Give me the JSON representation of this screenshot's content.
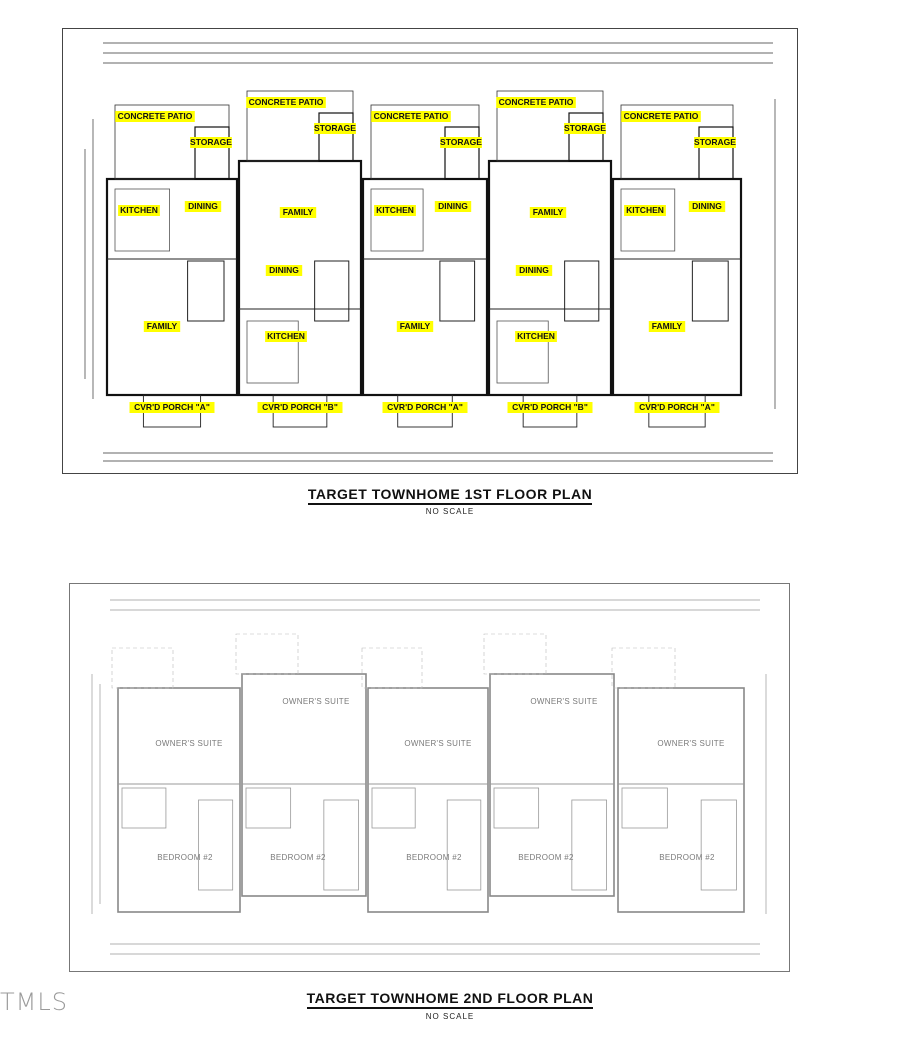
{
  "first_floor": {
    "title": "TARGET TOWNHOME 1ST FLOOR PLAN",
    "scale": "NO SCALE",
    "highlight_color": "#ffff00",
    "units": [
      {
        "patio": "CONCRETE PATIO",
        "storage": "STORAGE",
        "kitchen": "KITCHEN",
        "dining": "DINING",
        "family": "FAMILY",
        "porch": "CVR'D PORCH \"A\""
      },
      {
        "patio": "CONCRETE PATIO",
        "storage": "STORAGE",
        "kitchen": "KITCHEN",
        "dining": "DINING",
        "family": "FAMILY",
        "porch": "CVR'D PORCH \"B\""
      },
      {
        "patio": "CONCRETE PATIO",
        "storage": "STORAGE",
        "kitchen": "KITCHEN",
        "dining": "DINING",
        "family": "FAMILY",
        "porch": "CVR'D PORCH \"A\""
      },
      {
        "patio": "CONCRETE PATIO",
        "storage": "STORAGE",
        "kitchen": "KITCHEN",
        "dining": "DINING",
        "family": "FAMILY",
        "porch": "CVR'D PORCH \"B\""
      },
      {
        "patio": "CONCRETE PATIO",
        "storage": "STORAGE",
        "kitchen": "KITCHEN",
        "dining": "DINING",
        "family": "FAMILY",
        "porch": "CVR'D PORCH \"A\""
      }
    ]
  },
  "second_floor": {
    "title": "TARGET TOWNHOME 2ND FLOOR PLAN",
    "scale": "NO SCALE",
    "units": [
      {
        "suite": "OWNER'S SUITE",
        "bedroom": "BEDROOM #2"
      },
      {
        "suite": "OWNER'S SUITE",
        "bedroom": "BEDROOM #2"
      },
      {
        "suite": "OWNER'S SUITE",
        "bedroom": "BEDROOM #2"
      },
      {
        "suite": "OWNER'S SUITE",
        "bedroom": "BEDROOM #2"
      },
      {
        "suite": "OWNER'S SUITE",
        "bedroom": "BEDROOM #2"
      }
    ]
  },
  "watermark": "TMLS"
}
